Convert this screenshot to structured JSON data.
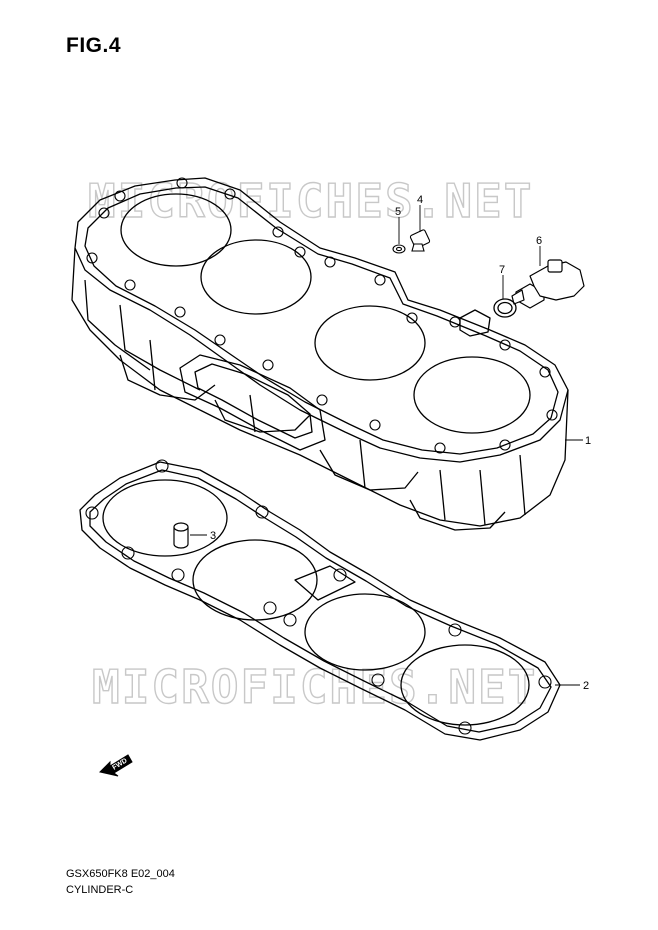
{
  "figure_title": "FIG.4",
  "footer": {
    "model_code": "GSX650FK8 E02_004",
    "section_name": "CYLINDER-C"
  },
  "watermark_text": "MICROFICHES.NET",
  "fwd_label": "FWD",
  "callouts": {
    "cylinder": "1",
    "gasket": "2",
    "dowel_pin": "3",
    "plug": "4",
    "plug_washer": "5",
    "temp_sensor": "6",
    "o_ring": "7"
  },
  "colors": {
    "line": "#000000",
    "watermark": "#c8c8c8",
    "background": "#ffffff"
  }
}
